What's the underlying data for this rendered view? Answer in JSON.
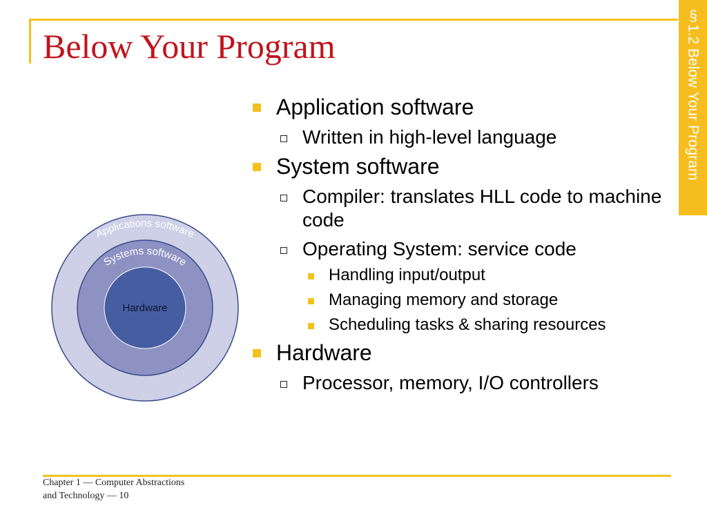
{
  "title": "Below Your Program",
  "side_tab": "§1.2 Below Your Program",
  "diagram": {
    "outer_label": "Applications software",
    "middle_label": "Systems software",
    "inner_label": "Hardware"
  },
  "bullets": [
    {
      "text": "Application software",
      "subs": [
        {
          "text": "Written in high-level language"
        }
      ]
    },
    {
      "text": "System software",
      "subs": [
        {
          "text": "Compiler: translates HLL code to machine code"
        },
        {
          "text": "Operating System: service code",
          "subs": [
            {
              "text": "Handling input/output"
            },
            {
              "text": "Managing memory and storage"
            },
            {
              "text": "Scheduling tasks & sharing resources"
            }
          ]
        }
      ]
    },
    {
      "text": "Hardware",
      "subs": [
        {
          "text": "Processor, memory, I/O controllers"
        }
      ]
    }
  ],
  "footer": "Chapter 1 — Computer Abstractions and Technology — 10",
  "colors": {
    "accent": "#F2C21B",
    "title": "#C0141C",
    "ring_outer": "#CDD0E6",
    "ring_middle": "#8D92C2",
    "ring_inner": "#465EA1",
    "ring_stroke": "#3A4A8A"
  }
}
